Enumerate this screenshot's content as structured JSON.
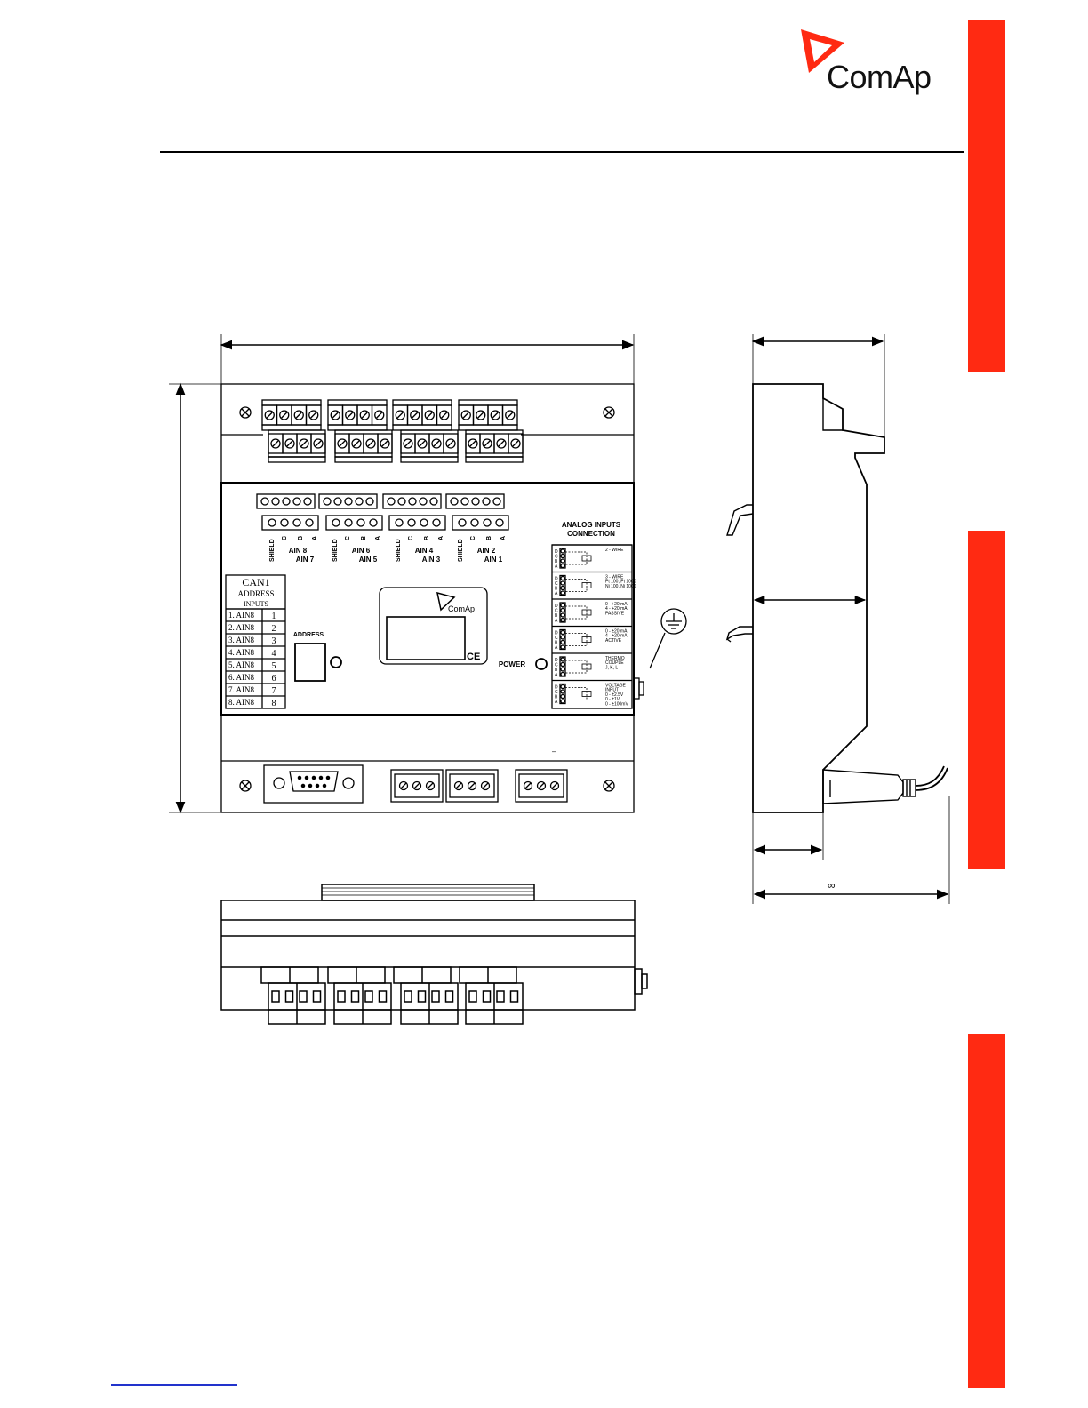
{
  "header": {
    "logo_text": "ComAp",
    "accent_color": "#ff2a12"
  },
  "panel": {
    "analog_inputs_title_1": "ANALOG  INPUTS",
    "analog_inputs_title_2": "CONNECTION",
    "address_label": "ADDRESS",
    "power_label": "POWER",
    "center_logo": "ComAp",
    "ce_mark": "CE",
    "terminal_letters": [
      "SHIELD",
      "C",
      "B",
      "A"
    ],
    "ain_top": [
      "AIN 8",
      "AIN 6",
      "AIN 4",
      "AIN 2"
    ],
    "ain_bottom": [
      "AIN 7",
      "AIN 5",
      "AIN 3",
      "AIN 1"
    ],
    "can_table": {
      "title": "CAN1",
      "sub1": "ADDRESS",
      "sub2": "INPUTS",
      "rows": [
        {
          "name": "1. AIN8",
          "num": "1"
        },
        {
          "name": "2. AIN8",
          "num": "2"
        },
        {
          "name": "3. AIN8",
          "num": "3"
        },
        {
          "name": "4. AIN8",
          "num": "4"
        },
        {
          "name": "5. AIN8",
          "num": "5"
        },
        {
          "name": "6. AIN8",
          "num": "6"
        },
        {
          "name": "7. AIN8",
          "num": "7"
        },
        {
          "name": "8. AIN8",
          "num": "8"
        }
      ]
    },
    "wiring": [
      {
        "lines": [
          "2 - WIRE"
        ]
      },
      {
        "lines": [
          "3 - WIRE",
          "Pt 100, Pt 1000",
          "Ni 100, Ni 1000"
        ]
      },
      {
        "lines": [
          "0 - +20 mA",
          "4 - +20 mA",
          "PASSIVE"
        ]
      },
      {
        "lines": [
          "0 - ±20 mA",
          "4 - +20 mA",
          "ACTIVE"
        ]
      },
      {
        "lines": [
          "THERMO",
          "COUPLE",
          "J, K, L"
        ]
      },
      {
        "lines": [
          "VOLTAGE",
          "INPUT",
          "0 - ±2.5V",
          "0 - ±1V",
          "0 - ±100mV"
        ]
      }
    ],
    "dcba": [
      "D",
      "C",
      "B",
      "A"
    ],
    "minus_sign": "–"
  },
  "side_view": {
    "infinity_symbol": "∞"
  }
}
